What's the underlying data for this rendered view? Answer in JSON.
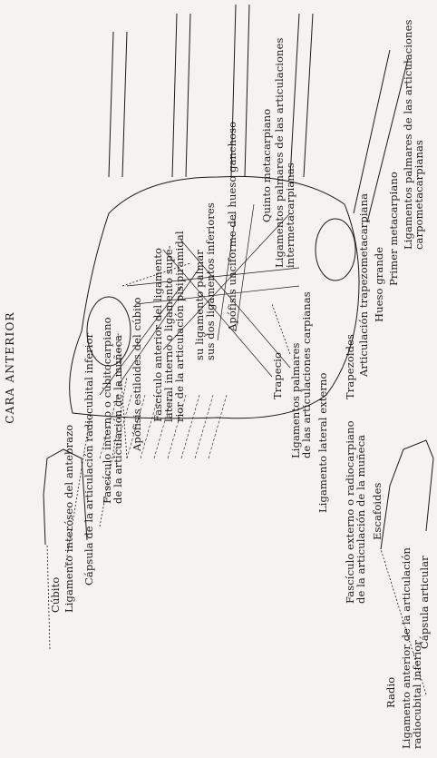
{
  "title": "CARA ANTERIOR",
  "labels": {
    "ulna": "Cúbito",
    "interosseous": "Ligamento interóseo del antebrazo",
    "capsule_radioulnar": "Cápsula de la articulación radiocubital inferior",
    "ulnocarpal": "Fascículo interno o cúbitocarpiano\nde la articulación de la muñeca",
    "styloid_ulna": "Apófisis estiloides del cúbito",
    "pisiform_ligament": "Fascículo anterior del ligamento\nlateral interno o ligamento supe-\nrior de la articulación pisipiramidal",
    "palmar_ligament": "su ligamento palmar\nsus dos ligamentos inferiores",
    "hamate_process": "Apófisis unciforme del hueso ganchoso",
    "fifth_metacarpal": "Quinto metacarpiano",
    "intermetacarpal": "Ligamentos palmares de las articulaciones\nintermetacarpianas",
    "radius": "Radio",
    "anterior_radioulnar": "Ligamento anterior de la articulación\nradiocubital inferior",
    "articular_capsule": "Cápsula articular",
    "radiocarpal": "Fascículo externo o radiocarpiano\nde la articulación de la muñeca",
    "scaphoid": "Escafoides",
    "lateral_external": "Ligamento lateral externo",
    "palmar_carpal": "Ligamentos palmares\nde las articulaciones carpianas",
    "trapezium": "Trapecio",
    "trapezoid": "Trapezoides",
    "trapeziometacarpal": "Articulación trapezometacarpiana",
    "capitate": "Hueso grande",
    "first_metacarpal": "Primer metacarpiano",
    "carpometacarpal": "Ligamentos palmares de las articulaciones\ncarpometacarpianas"
  },
  "colors": {
    "ink": "#1a1a1a",
    "paper": "#f4f3ef"
  }
}
